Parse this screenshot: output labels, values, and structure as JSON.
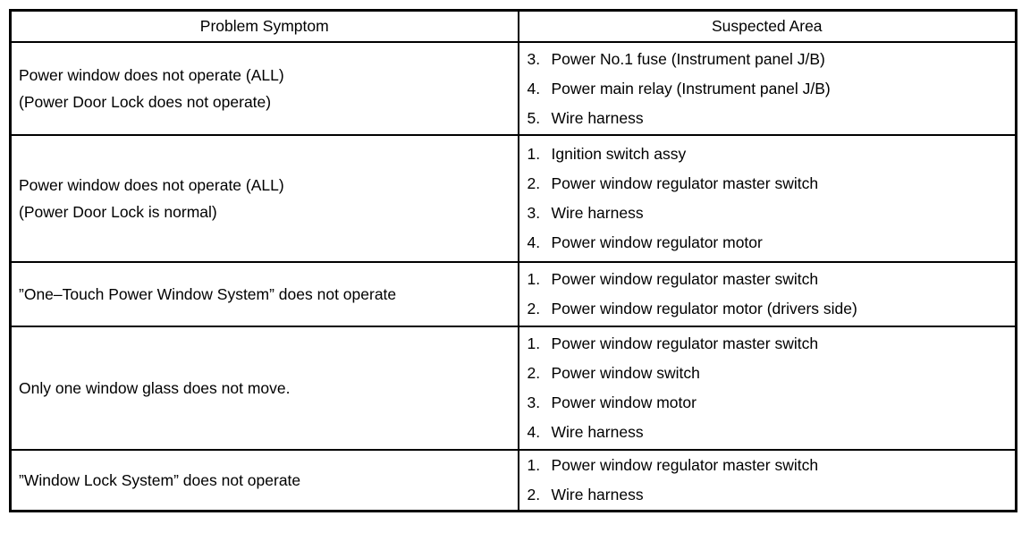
{
  "table": {
    "headers": {
      "problem": "Problem Symptom",
      "suspected": "Suspected Area"
    },
    "rows": [
      {
        "symptom_lines": [
          "Power window does not operate (ALL)",
          "(Power Door Lock does not operate)"
        ],
        "areas": [
          {
            "num": "3.",
            "text": "Power No.1 fuse (Instrument panel J/B)"
          },
          {
            "num": "4.",
            "text": "Power main relay (Instrument panel J/B)"
          },
          {
            "num": "5.",
            "text": "Wire harness"
          }
        ]
      },
      {
        "symptom_lines": [
          "Power window does not operate (ALL)",
          "(Power Door Lock is normal)"
        ],
        "areas": [
          {
            "num": "1.",
            "text": "Ignition switch assy"
          },
          {
            "num": "2.",
            "text": "Power window regulator master switch"
          },
          {
            "num": "3.",
            "text": "Wire harness"
          },
          {
            "num": "4.",
            "text": "Power window regulator motor"
          }
        ]
      },
      {
        "symptom_lines": [
          "”One–Touch Power Window System” does not operate"
        ],
        "areas": [
          {
            "num": "1.",
            "text": "Power window regulator master switch"
          },
          {
            "num": "2.",
            "text": "Power window regulator motor (drivers side)"
          }
        ]
      },
      {
        "symptom_lines": [
          "Only one window glass does not move."
        ],
        "areas": [
          {
            "num": "1.",
            "text": "Power window regulator master switch"
          },
          {
            "num": "2.",
            "text": "Power window switch"
          },
          {
            "num": "3.",
            "text": "Power window motor"
          },
          {
            "num": "4.",
            "text": "Wire harness"
          }
        ]
      },
      {
        "symptom_lines": [
          "”Window Lock System” does not operate"
        ],
        "areas": [
          {
            "num": "1.",
            "text": "Power window regulator master switch"
          },
          {
            "num": "2.",
            "text": "Wire harness"
          }
        ]
      }
    ]
  }
}
